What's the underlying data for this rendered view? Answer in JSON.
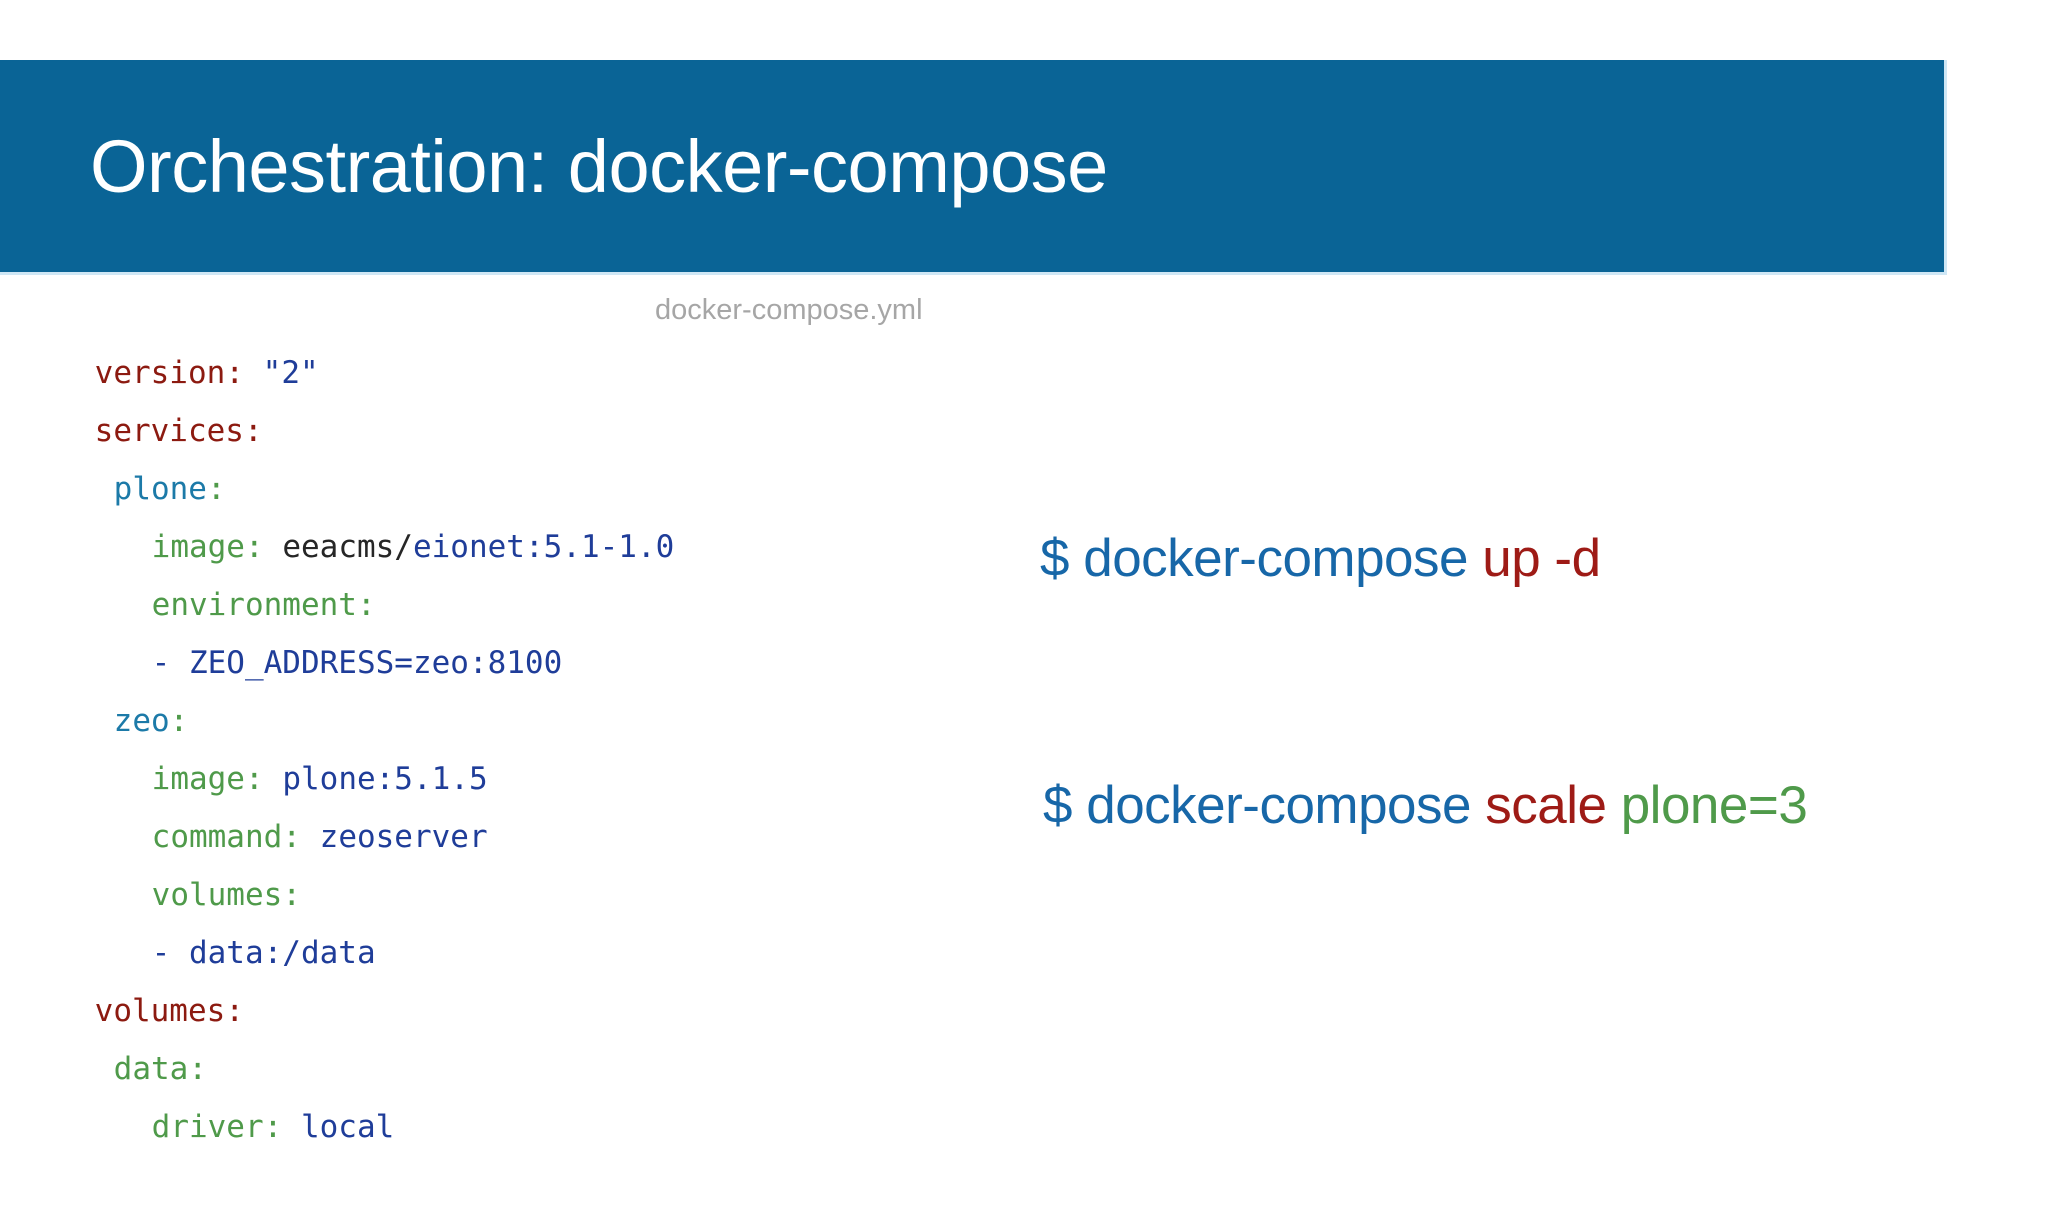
{
  "slide": {
    "title": "Orchestration: docker-compose",
    "banner_color": "#0a6496",
    "background_color": "#ffffff"
  },
  "file_caption": "docker-compose.yml",
  "code": {
    "language": "yaml",
    "colors": {
      "toplevel_key": "#8c1a10",
      "service_name": "#1c7aa8",
      "nested_key": "#4f9a4a",
      "value": "#1f3d99",
      "plain": "#262626"
    },
    "lines": [
      {
        "indent": 0,
        "key": "version",
        "colon": ":",
        "value": "\"2\"",
        "style": "toplevel"
      },
      {
        "indent": 0,
        "key": "services",
        "colon": ":",
        "value": "",
        "style": "toplevel"
      },
      {
        "indent": 1,
        "key": "plone",
        "colon": ":",
        "value": "",
        "style": "service"
      },
      {
        "indent": 2,
        "key": "image",
        "colon": ":",
        "value": "eeacms/eionet:5.1-1.0",
        "style": "key",
        "value_parts": [
          {
            "text": "eeacms/",
            "color": "plain"
          },
          {
            "text": "eionet:5.1-1.0",
            "color": "value"
          }
        ]
      },
      {
        "indent": 2,
        "key": "environment",
        "colon": ":",
        "value": "",
        "style": "key"
      },
      {
        "indent": 2,
        "key": "",
        "colon": "",
        "value": "- ZEO_ADDRESS=zeo:8100",
        "style": "listitem"
      },
      {
        "indent": 1,
        "key": "zeo",
        "colon": ":",
        "value": "",
        "style": "service"
      },
      {
        "indent": 2,
        "key": "image",
        "colon": ":",
        "value": "plone:5.1.5",
        "style": "key"
      },
      {
        "indent": 2,
        "key": "command",
        "colon": ":",
        "value": "zeoserver",
        "style": "key"
      },
      {
        "indent": 2,
        "key": "volumes",
        "colon": ":",
        "value": "",
        "style": "key"
      },
      {
        "indent": 2,
        "key": "",
        "colon": "",
        "value": "- data:/data",
        "style": "listitem"
      },
      {
        "indent": 0,
        "key": "volumes",
        "colon": ":",
        "value": "",
        "style": "toplevel"
      },
      {
        "indent": 1,
        "key": "data",
        "colon": ":",
        "value": "",
        "style": "key"
      },
      {
        "indent": 2,
        "key": "driver",
        "colon": ":",
        "value": "local",
        "style": "key"
      }
    ],
    "raw_text": [
      "version: \"2\"",
      "services:",
      " plone:",
      "   image: eeacms/eionet:5.1-1.0",
      "   environment:",
      "   - ZEO_ADDRESS=zeo:8100",
      " zeo:",
      "   image: plone:5.1.5",
      "   command: zeoserver",
      "   volumes:",
      "   - data:/data",
      "volumes:",
      " data:",
      "   driver: local"
    ]
  },
  "commands": [
    {
      "id": "up",
      "prompt": "$",
      "program": "docker-compose",
      "verb": "up",
      "args": "-d",
      "full": "$ docker-compose up -d",
      "prompt_color": "#1767a8",
      "verb_color": "#9e1b16",
      "args_color": "#9e1b16"
    },
    {
      "id": "scale",
      "prompt": "$",
      "program": "docker-compose",
      "verb": "scale",
      "args": "plone=3",
      "full": "$ docker-compose scale plone=3",
      "prompt_color": "#1767a8",
      "verb_color": "#9e1b16",
      "args_color": "#4f9a4a"
    }
  ]
}
